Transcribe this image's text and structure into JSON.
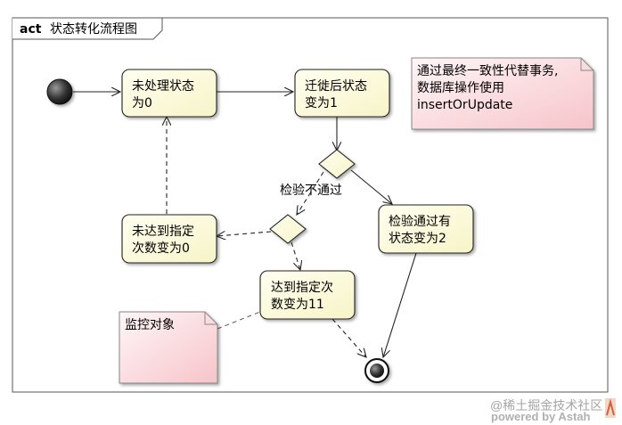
{
  "frame": {
    "keyword": "act",
    "title": "状态转化流程图"
  },
  "nodes": {
    "unprocessed": [
      "未处理状态",
      "为0"
    ],
    "migrated": [
      "迁徙后状态",
      "变为1"
    ],
    "verify_pass": [
      "检验通过有",
      "状态变为2"
    ],
    "not_reached": [
      "未达到指定",
      "次数变为0"
    ],
    "reached": [
      "达到指定次",
      "数变为11"
    ]
  },
  "edge_labels": {
    "verify_fail": "检验不通过"
  },
  "notes": {
    "consistency": [
      "通过最终一致性代替事务,",
      "数据库操作使用",
      "insertOrUpdate"
    ],
    "monitor": [
      "监控对象"
    ]
  },
  "watermark": {
    "community": "@稀土掘金技术社区",
    "powered": "powered by Astah"
  },
  "colors": {
    "node_fill": "#fefed8",
    "node_stroke": "#222222",
    "note_fill_light": "#fff4f5",
    "note_fill_dark": "#f7c6cc",
    "note_stroke": "#888888",
    "watermark": "#9a9a9a"
  }
}
